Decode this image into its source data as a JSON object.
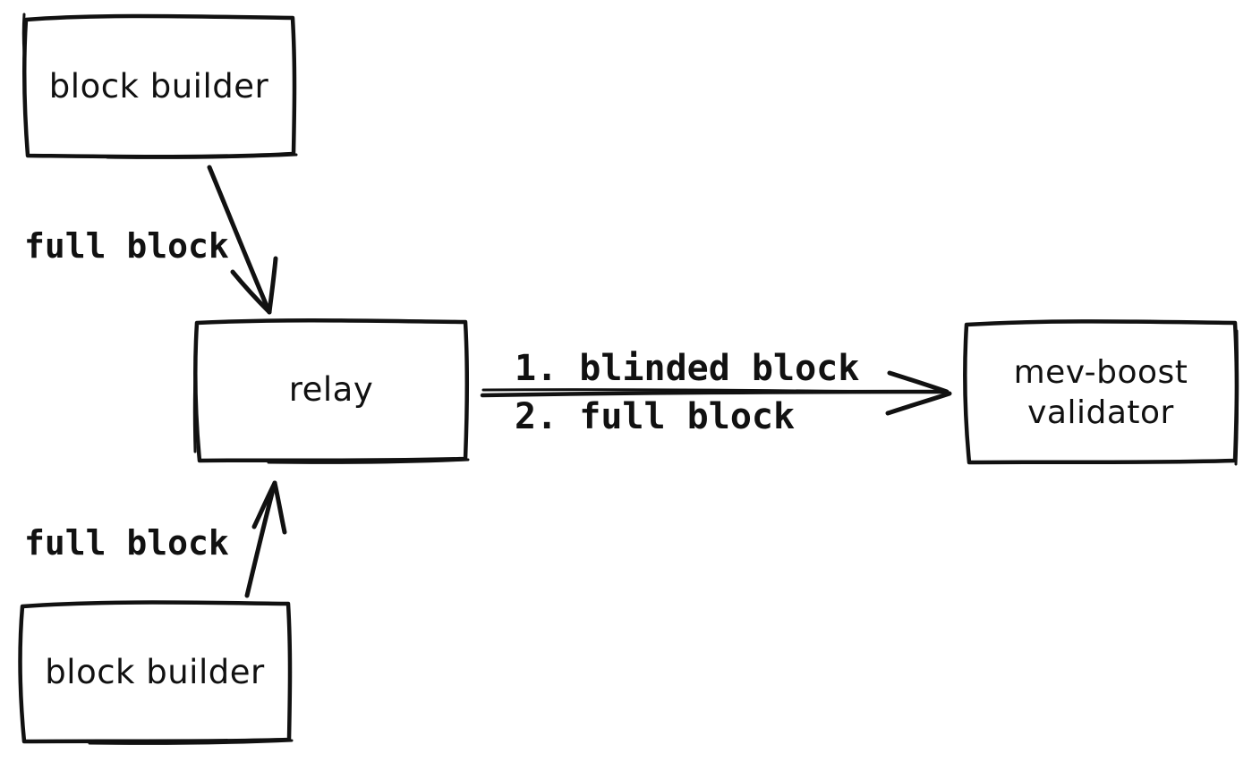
{
  "canvas": {
    "background": "#ffffff",
    "ink": "#111111"
  },
  "nodes": [
    {
      "id": "block-builder-top",
      "label": "block builder"
    },
    {
      "id": "relay",
      "label": "relay"
    },
    {
      "id": "mev-boost-validator",
      "label": "mev-boost validator"
    },
    {
      "id": "block-builder-bottom",
      "label": "block builder"
    }
  ],
  "edges": [
    {
      "id": "builder-top-to-relay",
      "label": "full block"
    },
    {
      "id": "relay-to-validator",
      "label_step1": "1. blinded block",
      "label_step2": "2. full block"
    },
    {
      "id": "builder-bottom-to-relay",
      "label": "full block"
    }
  ]
}
